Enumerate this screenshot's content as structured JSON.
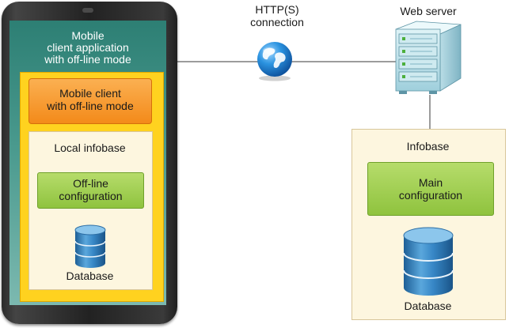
{
  "connection": {
    "label_line1": "HTTP(S)",
    "label_line2": "connection"
  },
  "web_server": {
    "label": "Web server"
  },
  "mobile_device": {
    "title_line1": "Mobile",
    "title_line2": "client application",
    "title_line3": "with off-line mode",
    "client_box": {
      "line1": "Mobile client",
      "line2": "with off-line mode"
    },
    "local_infobase": {
      "label": "Local infobase",
      "configuration": {
        "line1": "Off-line",
        "line2": "configuration"
      },
      "database_label": "Database"
    }
  },
  "server_infobase": {
    "label": "Infobase",
    "configuration": {
      "line1": "Main",
      "line2": "configuration"
    },
    "database_label": "Database"
  },
  "colors": {
    "phone_screen": "#4a9a8e",
    "app_frame": "#ffd21f",
    "client_box": "#f38a1a",
    "config_box": "#8fc33e",
    "infobase_bg": "#fdf6df",
    "database": "#2f79b3",
    "globe": "#1f88d8"
  }
}
